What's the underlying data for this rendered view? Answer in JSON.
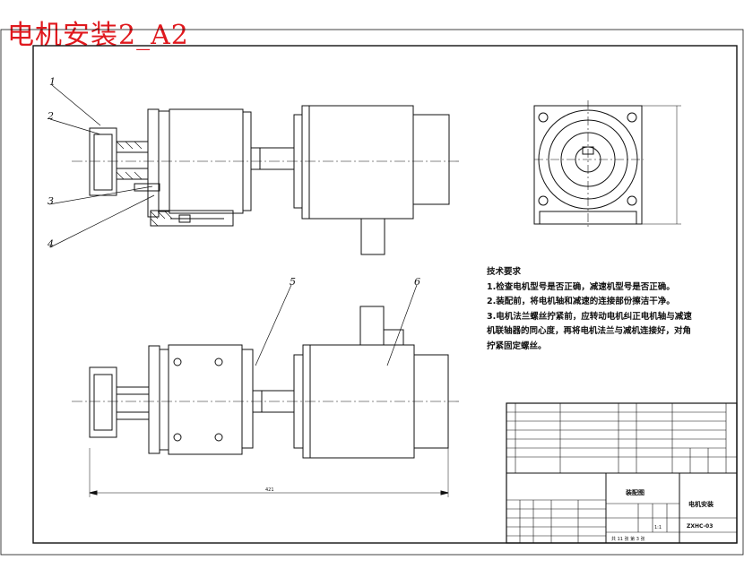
{
  "title": "电机安装2_A2",
  "parts": {
    "left": [
      "1",
      "2",
      "3",
      "4"
    ],
    "bottom": [
      "5",
      "6"
    ]
  },
  "dimensions": {
    "overall_length": "421"
  },
  "notes": {
    "heading": "技术要求",
    "lines": [
      "1.检查电机型号是否正确，减速机型号是否正确。",
      "2.装配前，将电机轴和减速的连接部份擦洁干净。",
      "3.电机法兰螺丝拧紧前，应转动电机纠正电机轴与减速",
      "机联轴器的同心度，再将电机法兰与减机连接好，对角",
      "拧紧固定螺丝。"
    ]
  },
  "title_block": {
    "drawing_type": "装配图",
    "drawing_name": "电机安装",
    "drawing_no": "ZXHC-03",
    "scale": "1:1",
    "sheet_info": "共 11 张    第 3 张"
  }
}
